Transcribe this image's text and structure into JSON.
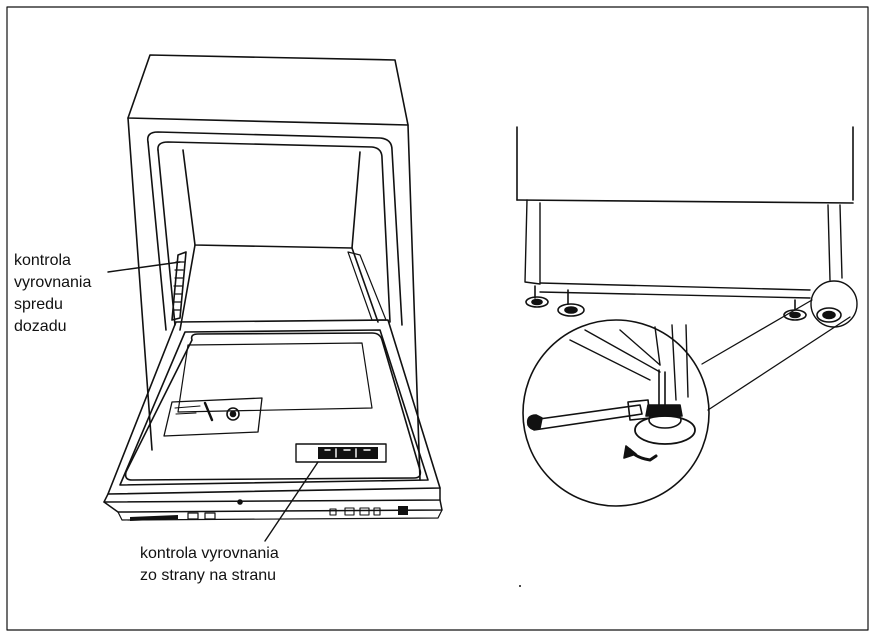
{
  "labels": {
    "front_to_back": {
      "line1": "kontrola",
      "line2": "vyrovnania",
      "line3": "spredu",
      "line4": "dozadu"
    },
    "side_to_side": {
      "line1": "kontrola vyrovnania",
      "line2": "zo strany na stranu"
    }
  },
  "colors": {
    "line": "#111111",
    "background": "#ffffff"
  }
}
